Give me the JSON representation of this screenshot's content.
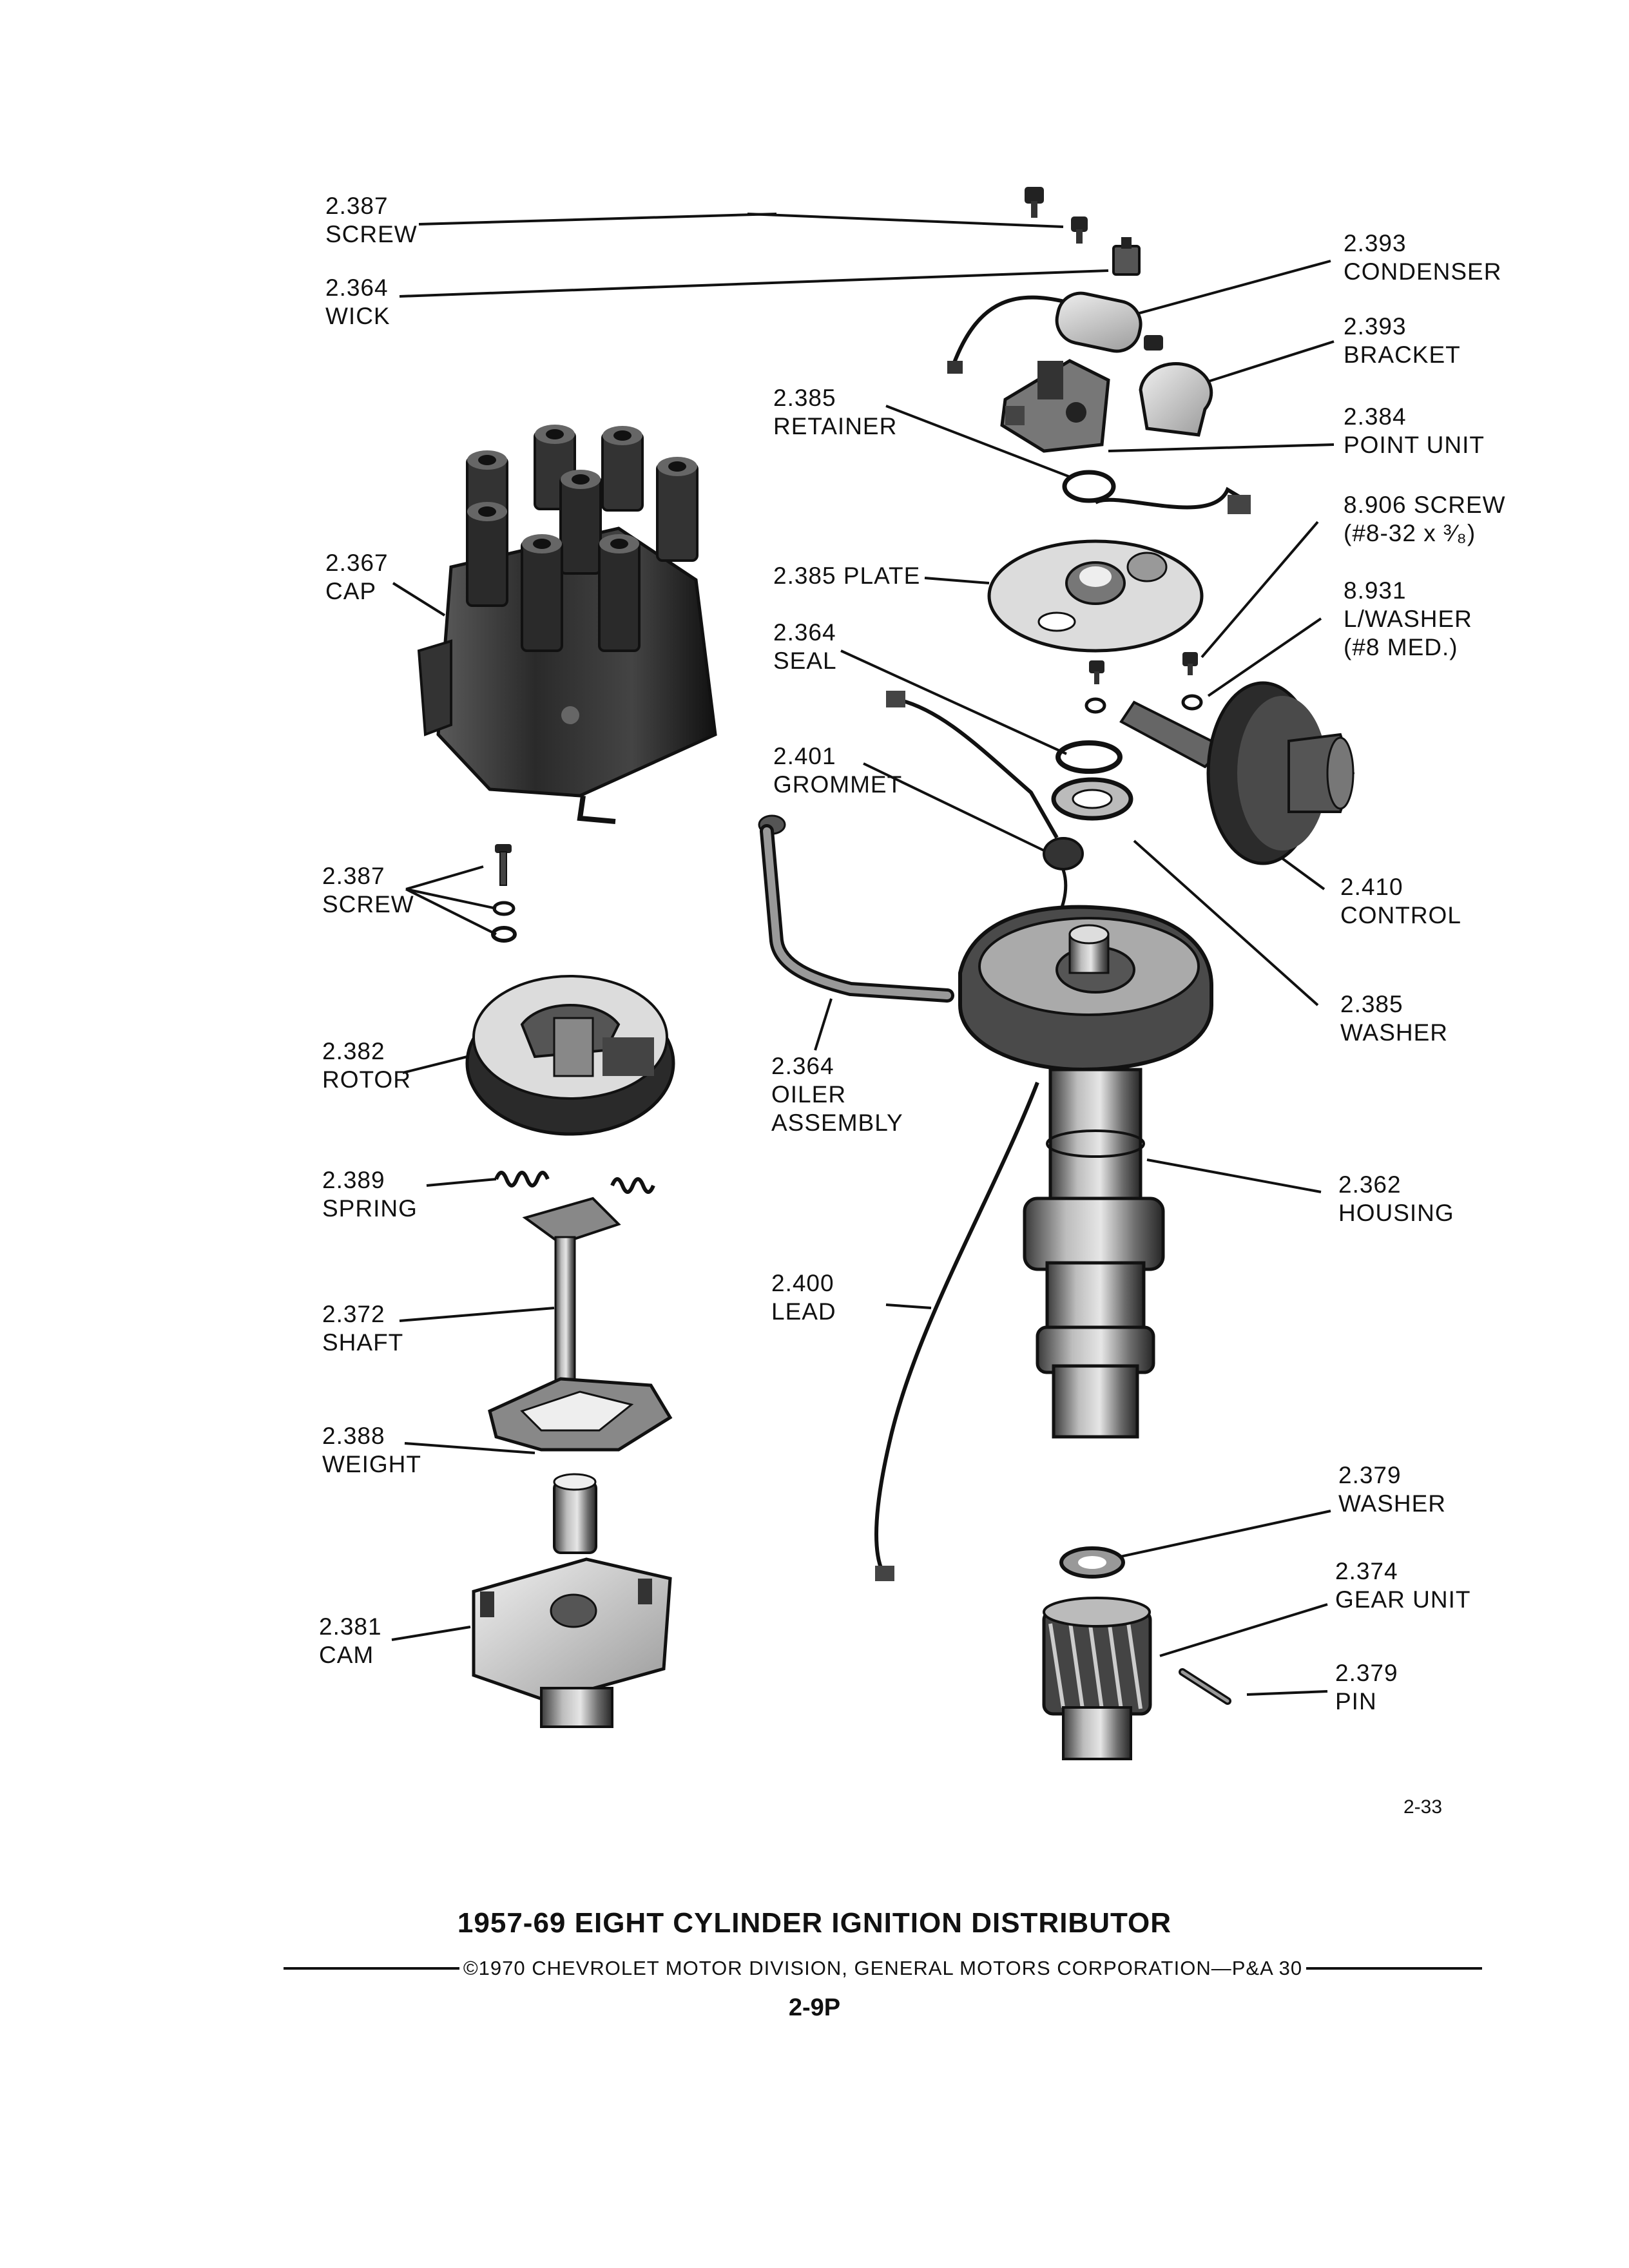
{
  "labels": {
    "screw_top": {
      "number": "2.387",
      "name": "SCREW"
    },
    "wick": {
      "number": "2.364",
      "name": "WICK"
    },
    "condenser": {
      "number": "2.393",
      "name": "CONDENSER"
    },
    "bracket": {
      "number": "2.393",
      "name": "BRACKET"
    },
    "retainer": {
      "number": "2.385",
      "name": "RETAINER"
    },
    "point_unit": {
      "number": "2.384",
      "name": "POINT UNIT"
    },
    "screw_8906": {
      "line1": "8.906 SCREW",
      "line2": "(#8-32 x ³⁄₈)"
    },
    "cap": {
      "number": "2.367",
      "name": "CAP"
    },
    "plate": {
      "text": "2.385 PLATE"
    },
    "lwasher": {
      "line1": "8.931",
      "line2": "L/WASHER",
      "line3": "(#8 MED.)"
    },
    "seal": {
      "number": "2.364",
      "name": "SEAL"
    },
    "grommet": {
      "number": "2.401",
      "name": "GROMMET"
    },
    "screw_mid": {
      "number": "2.387",
      "name": "SCREW"
    },
    "control": {
      "number": "2.410",
      "name": "CONTROL"
    },
    "washer_385": {
      "number": "2.385",
      "name": "WASHER"
    },
    "rotor": {
      "number": "2.382",
      "name": "ROTOR"
    },
    "oiler": {
      "number": "2.364",
      "line2": "OILER",
      "line3": "ASSEMBLY"
    },
    "spring": {
      "number": "2.389",
      "name": "SPRING"
    },
    "housing": {
      "number": "2.362",
      "name": "HOUSING"
    },
    "lead": {
      "number": "2.400",
      "name": "LEAD"
    },
    "shaft": {
      "number": "2.372",
      "name": "SHAFT"
    },
    "weight": {
      "number": "2.388",
      "name": "WEIGHT"
    },
    "washer_379": {
      "number": "2.379",
      "name": "WASHER"
    },
    "gear_unit": {
      "number": "2.374",
      "name": "GEAR UNIT"
    },
    "cam": {
      "number": "2.381",
      "name": "CAM"
    },
    "pin": {
      "number": "2.379",
      "name": "PIN"
    }
  },
  "footer": {
    "page_code": "2-33",
    "title": "1957-69 EIGHT CYLINDER IGNITION DISTRIBUTOR",
    "copyright": "©1970 CHEVROLET MOTOR DIVISION, GENERAL MOTORS CORPORATION—P&A 30",
    "page_number": "2-9P"
  },
  "colors": {
    "ink": "#111111",
    "paper": "#ffffff",
    "dark_part": "#2a2a2a",
    "mid_part": "#6a6a6a",
    "light_part": "#d8d8d8"
  }
}
